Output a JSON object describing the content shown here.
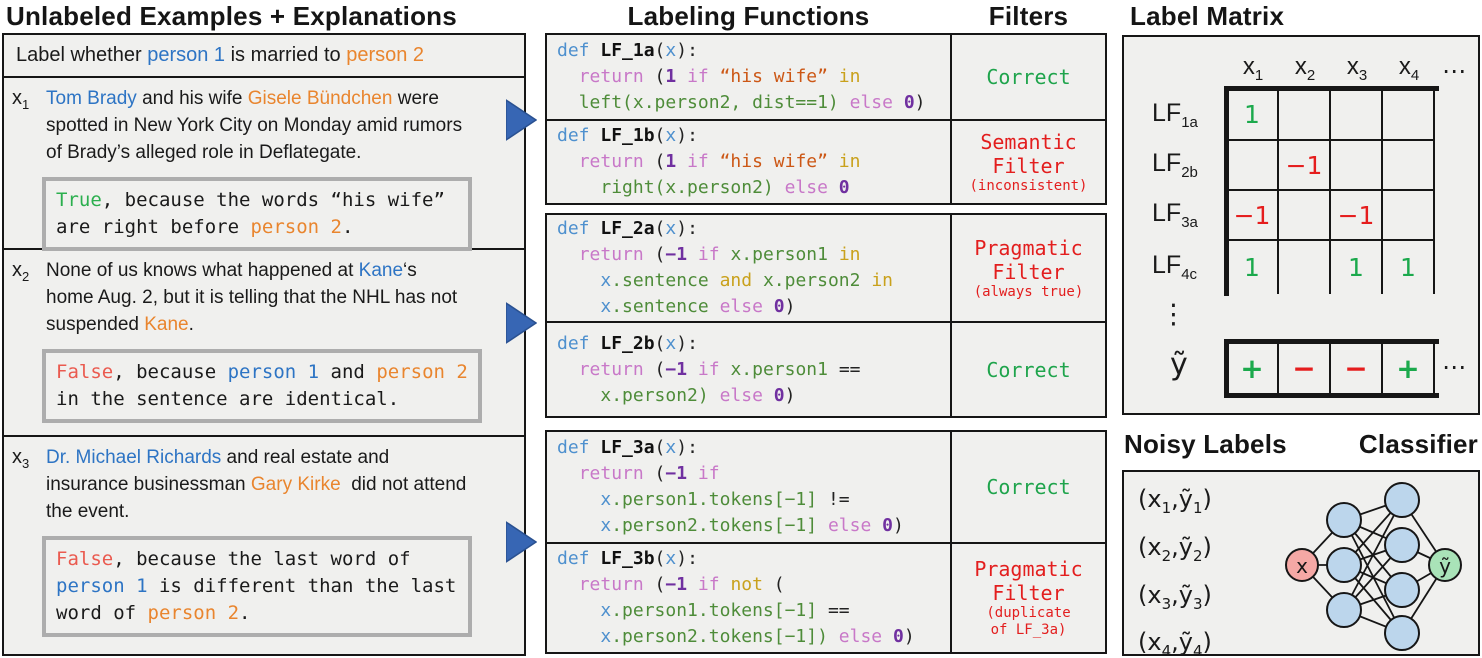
{
  "titles": {
    "examples": "Unlabeled Examples + Explanations",
    "lfs": "Labeling Functions",
    "filters": "Filters",
    "label_matrix": "Label Matrix",
    "noisy_labels": "Noisy Labels",
    "classifier": "Classifier"
  },
  "palette": {
    "panel_bg": "#F0F0EE",
    "border": "#161616",
    "person1_blue": "#2D74C4",
    "person2_orange": "#E9852E",
    "true_green": "#2BAF4E",
    "false_red": "#EA5A4F",
    "code_keyword_blue": "#4E90CE",
    "code_flow_orchid": "#C878C8",
    "code_number_purple": "#7030A0",
    "code_string_orange": "#CC5715",
    "code_wordop_gold": "#C9A11C",
    "code_call_green": "#4E8C39",
    "filter_ok_green": "#1FA44C",
    "filter_bad_red": "#E31E1E",
    "matrix_green": "#1BA94C",
    "matrix_red": "#E51D1D",
    "arrow_blue": "#3766B4",
    "arrow_blue_dark": "#2A5191",
    "expl_border_gray": "#ADADAD",
    "node_input_pink": "#F5A8A5",
    "node_hidden_blue": "#BCD6EC",
    "node_output_green": "#A9E3B8"
  },
  "task_line": [
    [
      "t",
      "Label whether "
    ],
    [
      "p1",
      "person 1"
    ],
    [
      "t",
      " is married to "
    ],
    [
      "p2",
      "person 2"
    ]
  ],
  "examples": [
    {
      "label_base": "x",
      "label_sub": "1",
      "sentence_lines": [
        [
          [
            "p1",
            "Tom Brady"
          ],
          [
            "t",
            " and his wife "
          ],
          [
            "p2",
            "Gisele Bündchen"
          ],
          [
            "t",
            " were"
          ]
        ],
        [
          [
            "t",
            "spotted in New York City on Monday amid rumors"
          ]
        ],
        [
          [
            "t",
            "of Brady’s alleged role in Deflategate."
          ]
        ]
      ],
      "explanation_lines": [
        [
          [
            "true",
            "True"
          ],
          [
            "t",
            ", because the words “his wife”"
          ]
        ],
        [
          [
            "t",
            "are right before "
          ],
          [
            "p2",
            "person 2"
          ],
          [
            "t",
            "."
          ]
        ]
      ]
    },
    {
      "label_base": "x",
      "label_sub": "2",
      "sentence_lines": [
        [
          [
            "t",
            "None of us knows what happened at "
          ],
          [
            "p1",
            "Kane"
          ],
          [
            "t",
            "‘s"
          ]
        ],
        [
          [
            "t",
            "home Aug. 2, but it is telling that the NHL has not"
          ]
        ],
        [
          [
            "t",
            "suspended "
          ],
          [
            "p2",
            "Kane"
          ],
          [
            "t",
            "."
          ]
        ]
      ],
      "explanation_lines": [
        [
          [
            "false",
            "False"
          ],
          [
            "t",
            ", because "
          ],
          [
            "p1",
            "person 1"
          ],
          [
            "t",
            " and "
          ],
          [
            "p2",
            "person 2"
          ]
        ],
        [
          [
            "t",
            "in the sentence are identical."
          ]
        ]
      ]
    },
    {
      "label_base": "x",
      "label_sub": "3",
      "sentence_lines": [
        [
          [
            "p1",
            "Dr. Michael Richards"
          ],
          [
            "t",
            " and real estate and"
          ]
        ],
        [
          [
            "t",
            "insurance businessman "
          ],
          [
            "p2",
            "Gary Kirke"
          ],
          [
            "t",
            "  did not attend"
          ]
        ],
        [
          [
            "t",
            "the event."
          ]
        ]
      ],
      "explanation_lines": [
        [
          [
            "false",
            "False"
          ],
          [
            "t",
            ", because the last word of"
          ]
        ],
        [
          [
            "p1",
            "person 1"
          ],
          [
            "t",
            " is different than the last"
          ]
        ],
        [
          [
            "t",
            "word of "
          ],
          [
            "p2",
            "person 2"
          ],
          [
            "t",
            "."
          ]
        ]
      ]
    }
  ],
  "lf_groups": [
    {
      "rows": [
        {
          "code_lines": [
            [
              [
                "k",
                "def "
              ],
              [
                "f",
                "LF_1a"
              ],
              [
                "p",
                "("
              ],
              [
                "v",
                "x"
              ],
              [
                "p",
                "):"
              ]
            ],
            [
              [
                "p",
                "  "
              ],
              [
                "r",
                "return "
              ],
              [
                "p",
                "("
              ],
              [
                "n",
                "1"
              ],
              [
                "r",
                " if "
              ],
              [
                "s",
                "“his wife”"
              ],
              [
                "o",
                " in"
              ]
            ],
            [
              [
                "p",
                "  "
              ],
              [
                "c",
                "left(x.person2, dist==1)"
              ],
              [
                "r",
                " else "
              ],
              [
                "n",
                "0"
              ],
              [
                "p",
                ")"
              ]
            ]
          ],
          "filter": {
            "status": "ok",
            "label_lines": [
              "Correct"
            ],
            "notes": []
          }
        },
        {
          "code_lines": [
            [
              [
                "k",
                "def "
              ],
              [
                "f",
                "LF_1b"
              ],
              [
                "p",
                "("
              ],
              [
                "v",
                "x"
              ],
              [
                "p",
                "):"
              ]
            ],
            [
              [
                "p",
                "  "
              ],
              [
                "r",
                "return "
              ],
              [
                "p",
                "("
              ],
              [
                "n",
                "1"
              ],
              [
                "r",
                " if "
              ],
              [
                "s",
                "“his wife”"
              ],
              [
                "o",
                " in"
              ]
            ],
            [
              [
                "p",
                "    "
              ],
              [
                "c",
                "right(x.person2)"
              ],
              [
                "r",
                " else "
              ],
              [
                "n",
                "0"
              ]
            ]
          ],
          "filter": {
            "status": "bad",
            "label_lines": [
              "Semantic",
              "Filter"
            ],
            "notes": [
              "(inconsistent)"
            ]
          }
        }
      ]
    },
    {
      "rows": [
        {
          "code_lines": [
            [
              [
                "k",
                "def "
              ],
              [
                "f",
                "LF_2a"
              ],
              [
                "p",
                "("
              ],
              [
                "v",
                "x"
              ],
              [
                "p",
                "):"
              ]
            ],
            [
              [
                "p",
                "  "
              ],
              [
                "r",
                "return "
              ],
              [
                "p",
                "("
              ],
              [
                "n",
                "−1"
              ],
              [
                "r",
                " if "
              ],
              [
                "c",
                "x.person1"
              ],
              [
                "o",
                " in"
              ]
            ],
            [
              [
                "p",
                "    "
              ],
              [
                "v",
                "x"
              ],
              [
                "c",
                ".sentence"
              ],
              [
                "o",
                " and "
              ],
              [
                "c",
                "x.person2"
              ],
              [
                "o",
                " in"
              ]
            ],
            [
              [
                "p",
                "    "
              ],
              [
                "v",
                "x"
              ],
              [
                "c",
                ".sentence"
              ],
              [
                "r",
                " else "
              ],
              [
                "n",
                "0"
              ],
              [
                "p",
                ")"
              ]
            ]
          ],
          "filter": {
            "status": "bad",
            "label_lines": [
              "Pragmatic",
              "Filter"
            ],
            "notes": [
              "(always true)"
            ]
          }
        },
        {
          "code_lines": [
            [
              [
                "k",
                "def "
              ],
              [
                "f",
                "LF_2b"
              ],
              [
                "p",
                "("
              ],
              [
                "v",
                "x"
              ],
              [
                "p",
                "):"
              ]
            ],
            [
              [
                "p",
                "  "
              ],
              [
                "r",
                "return "
              ],
              [
                "p",
                "("
              ],
              [
                "n",
                "−1"
              ],
              [
                "r",
                " if "
              ],
              [
                "c",
                "x.person1"
              ],
              [
                "p",
                " =="
              ]
            ],
            [
              [
                "p",
                "    "
              ],
              [
                "c",
                "x.person2)"
              ],
              [
                "r",
                " else "
              ],
              [
                "n",
                "0"
              ],
              [
                "p",
                ")"
              ]
            ]
          ],
          "filter": {
            "status": "ok",
            "label_lines": [
              "Correct"
            ],
            "notes": []
          }
        }
      ]
    },
    {
      "rows": [
        {
          "code_lines": [
            [
              [
                "k",
                "def "
              ],
              [
                "f",
                "LF_3a"
              ],
              [
                "p",
                "("
              ],
              [
                "v",
                "x"
              ],
              [
                "p",
                "):"
              ]
            ],
            [
              [
                "p",
                "  "
              ],
              [
                "r",
                "return "
              ],
              [
                "p",
                "("
              ],
              [
                "n",
                "−1"
              ],
              [
                "r",
                " if"
              ]
            ],
            [
              [
                "p",
                "    "
              ],
              [
                "v",
                "x"
              ],
              [
                "c",
                ".person1.tokens[−1]"
              ],
              [
                "p",
                " !="
              ]
            ],
            [
              [
                "p",
                "    "
              ],
              [
                "v",
                "x"
              ],
              [
                "c",
                ".person2.tokens[−1]"
              ],
              [
                "r",
                " else "
              ],
              [
                "n",
                "0"
              ],
              [
                "p",
                ")"
              ]
            ]
          ],
          "filter": {
            "status": "ok",
            "label_lines": [
              "Correct"
            ],
            "notes": []
          }
        },
        {
          "code_lines": [
            [
              [
                "k",
                "def "
              ],
              [
                "f",
                "LF_3b"
              ],
              [
                "p",
                "("
              ],
              [
                "v",
                "x"
              ],
              [
                "p",
                "):"
              ]
            ],
            [
              [
                "p",
                "  "
              ],
              [
                "r",
                "return "
              ],
              [
                "p",
                "("
              ],
              [
                "n",
                "−1"
              ],
              [
                "r",
                " if "
              ],
              [
                "o",
                "not"
              ],
              [
                "p",
                " ("
              ]
            ],
            [
              [
                "p",
                "    "
              ],
              [
                "v",
                "x"
              ],
              [
                "c",
                ".person1.tokens[−1]"
              ],
              [
                "p",
                " =="
              ]
            ],
            [
              [
                "p",
                "    "
              ],
              [
                "v",
                "x"
              ],
              [
                "c",
                ".person2.tokens[−1])"
              ],
              [
                "r",
                " else "
              ],
              [
                "n",
                "0"
              ],
              [
                "p",
                ")"
              ]
            ]
          ],
          "filter": {
            "status": "bad",
            "label_lines": [
              "Pragmatic",
              "Filter"
            ],
            "notes": [
              "(duplicate",
              "of LF_3a)"
            ]
          }
        }
      ]
    }
  ],
  "matrix": {
    "col_headers": [
      {
        "base": "x",
        "sub": "1"
      },
      {
        "base": "x",
        "sub": "2"
      },
      {
        "base": "x",
        "sub": "3"
      },
      {
        "base": "x",
        "sub": "4"
      }
    ],
    "header_ellipsis": "⋯",
    "rows": [
      {
        "label": {
          "base": "LF",
          "sub": "1a"
        },
        "cells": [
          {
            "v": "1",
            "c": "green"
          },
          null,
          null,
          null
        ]
      },
      {
        "label": {
          "base": "LF",
          "sub": "2b"
        },
        "cells": [
          null,
          {
            "v": "−1",
            "c": "red"
          },
          null,
          null
        ]
      },
      {
        "label": {
          "base": "LF",
          "sub": "3a"
        },
        "cells": [
          {
            "v": "−1",
            "c": "red"
          },
          null,
          {
            "v": "−1",
            "c": "red"
          },
          null
        ]
      },
      {
        "label": {
          "base": "LF",
          "sub": "4c"
        },
        "cells": [
          {
            "v": "1",
            "c": "green"
          },
          null,
          {
            "v": "1",
            "c": "green"
          },
          {
            "v": "1",
            "c": "green"
          }
        ]
      }
    ],
    "vdots": "⋮",
    "y_row": {
      "label": "ỹ",
      "cells": [
        {
          "v": "+",
          "c": "green"
        },
        {
          "v": "−",
          "c": "red"
        },
        {
          "v": "−",
          "c": "red"
        },
        {
          "v": "+",
          "c": "green"
        }
      ],
      "ellipsis": "⋯"
    }
  },
  "noisy_labels": {
    "pairs": [
      {
        "open": "(",
        "x_base": "x",
        "x_sub": "1",
        "comma": ",",
        "y_base": "ỹ",
        "y_sub": "1",
        "close": ")"
      },
      {
        "open": "(",
        "x_base": "x",
        "x_sub": "2",
        "comma": ",",
        "y_base": "ỹ",
        "y_sub": "2",
        "close": ")"
      },
      {
        "open": "(",
        "x_base": "x",
        "x_sub": "3",
        "comma": ",",
        "y_base": "ỹ",
        "y_sub": "3",
        "close": ")"
      },
      {
        "open": "(",
        "x_base": "x",
        "x_sub": "4",
        "comma": ",",
        "y_base": "ỹ",
        "y_sub": "4",
        "close": ")"
      }
    ]
  },
  "network": {
    "input_label": "x",
    "hidden_layer_sizes": [
      3,
      4
    ],
    "output_label": "ỹ"
  }
}
